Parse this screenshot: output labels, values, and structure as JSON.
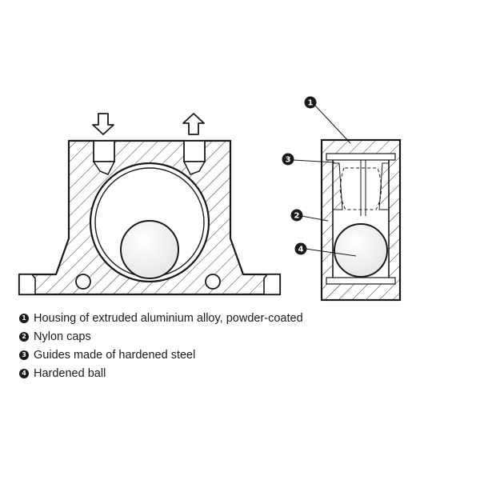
{
  "callouts": [
    "1",
    "3",
    "2",
    "4"
  ],
  "legend": [
    {
      "num": "1",
      "text": "Housing of extruded aluminium alloy, powder-coated"
    },
    {
      "num": "2",
      "text": "Nylon caps"
    },
    {
      "num": "3",
      "text": "Guides made of hardened steel"
    },
    {
      "num": "4",
      "text": "Hardened ball"
    }
  ],
  "colors": {
    "line": "#1a1a1a",
    "background": "#ffffff"
  }
}
